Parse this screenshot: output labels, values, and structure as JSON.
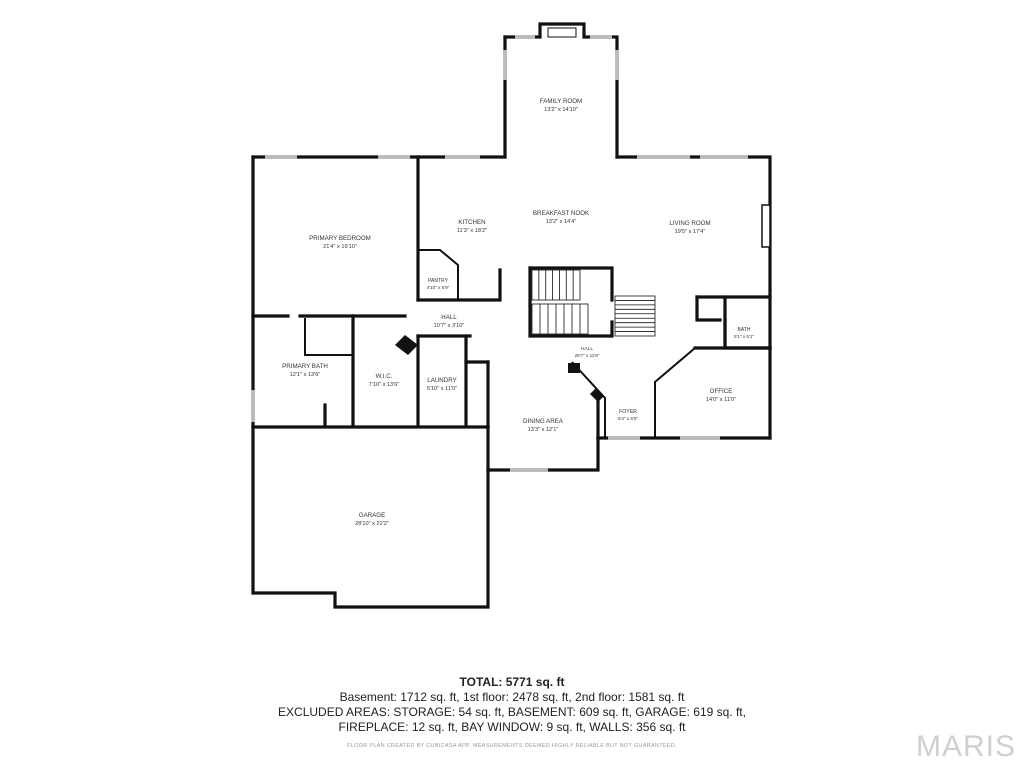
{
  "rooms": [
    {
      "id": "family-room",
      "name": "FAMILY ROOM",
      "dims": "13'2\" x 14'10\""
    },
    {
      "id": "breakfast-nook",
      "name": "BREAKFAST NOOK",
      "dims": "13'2\" x 14'4\""
    },
    {
      "id": "kitchen",
      "name": "KITCHEN",
      "dims": "11'3\" x 18'2\""
    },
    {
      "id": "living-room",
      "name": "LIVING ROOM",
      "dims": "19'5\" x 17'4\""
    },
    {
      "id": "primary-bedroom",
      "name": "PRIMARY BEDROOM",
      "dims": "21'4\" x 19'10\""
    },
    {
      "id": "pantry",
      "name": "PANTRY",
      "dims": "4'10\" x 5'9\""
    },
    {
      "id": "hall-small",
      "name": "HALL",
      "dims": "10'7\" x 3'10\""
    },
    {
      "id": "hall-main",
      "name": "HALL",
      "dims": "25'7\" x 11'8\""
    },
    {
      "id": "bath",
      "name": "BATH",
      "dims": "5'1\" x 6'1\""
    },
    {
      "id": "primary-bath",
      "name": "PRIMARY BATH",
      "dims": "12'1\" x 13'6\""
    },
    {
      "id": "wic",
      "name": "W.I.C.",
      "dims": "7'10\" x 13'6\""
    },
    {
      "id": "laundry",
      "name": "LAUNDRY",
      "dims": "5'10\" x 11'0\""
    },
    {
      "id": "office",
      "name": "OFFICE",
      "dims": "14'0\" x 11'0\""
    },
    {
      "id": "foyer",
      "name": "FOYER",
      "dims": "6'4\" x 6'0\""
    },
    {
      "id": "dining-area",
      "name": "DINING AREA",
      "dims": "13'3\" x 12'1\""
    },
    {
      "id": "garage",
      "name": "GARAGE",
      "dims": "28'10\" x 22'2\""
    }
  ],
  "summary": {
    "total": "TOTAL: 5771 sq. ft",
    "line1": "Basement: 1712 sq. ft, 1st floor: 2478 sq. ft, 2nd floor: 1581 sq. ft",
    "line2": "EXCLUDED AREAS: STORAGE: 54 sq. ft, BASEMENT: 609 sq. ft, GARAGE: 619 sq. ft,",
    "line3": "FIREPLACE: 12 sq. ft, BAY WINDOW: 9 sq. ft, WALLS: 356 sq. ft",
    "disclaimer": "FLOOR PLAN CREATED BY CUBICASA APP. MEASUREMENTS DEEMED HIGHLY RELIABLE BUT NOT GUARANTEED."
  },
  "brand": "MARIS"
}
